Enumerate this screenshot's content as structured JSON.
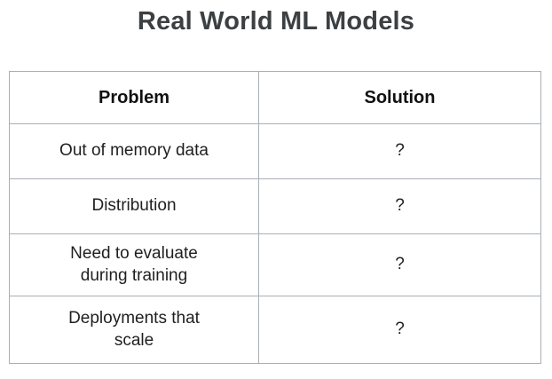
{
  "title": "Real World ML Models",
  "table": {
    "headers": {
      "problem": "Problem",
      "solution": "Solution"
    },
    "rows": [
      {
        "problem": "Out of memory data",
        "solution": "?"
      },
      {
        "problem": "Distribution",
        "solution": "?"
      },
      {
        "problem": "Need to evaluate\nduring training",
        "solution": "?"
      },
      {
        "problem": "Deployments that\nscale",
        "solution": "?"
      }
    ]
  }
}
